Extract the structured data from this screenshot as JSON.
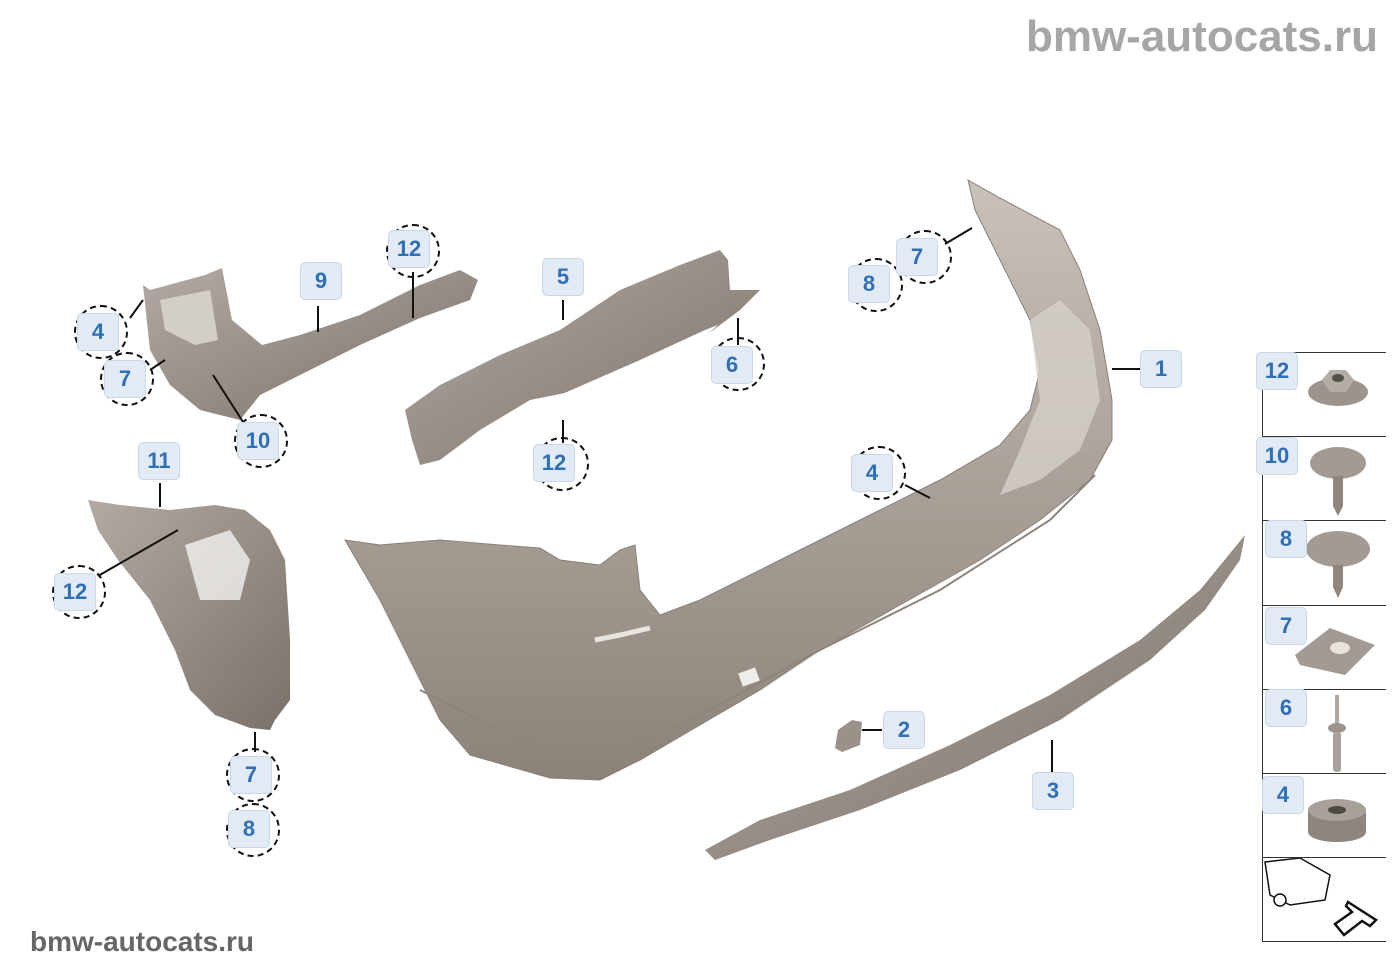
{
  "watermarks": {
    "top": "bmw-autocats.ru",
    "bottom": "bmw-autocats.ru"
  },
  "colors": {
    "part_fill": "#a89f97",
    "part_dark": "#7d746c",
    "part_light": "#cdc6bf",
    "label_bg": "#e2ebf5",
    "label_text": "#2e6fb8",
    "line": "#111111"
  },
  "callouts": [
    {
      "id": "c-1",
      "number": "1",
      "part": "bumper-cover",
      "style": "plain"
    },
    {
      "id": "c-2",
      "number": "2",
      "part": "tow-hook-cover",
      "style": "plain"
    },
    {
      "id": "c-3",
      "number": "3",
      "part": "lower-trim",
      "style": "plain"
    },
    {
      "id": "c-4a",
      "number": "4",
      "part": "bracket-left",
      "style": "ring"
    },
    {
      "id": "c-7a",
      "number": "7",
      "part": "bracket-left",
      "style": "ring"
    },
    {
      "id": "c-9",
      "number": "9",
      "part": "bracket-left",
      "style": "plain"
    },
    {
      "id": "c-12a",
      "number": "12",
      "part": "bracket-left",
      "style": "ring"
    },
    {
      "id": "c-10",
      "number": "10",
      "part": "bracket-left",
      "style": "ring"
    },
    {
      "id": "c-5",
      "number": "5",
      "part": "absorber",
      "style": "plain"
    },
    {
      "id": "c-6",
      "number": "6",
      "part": "absorber",
      "style": "ring"
    },
    {
      "id": "c-12b",
      "number": "12",
      "part": "absorber",
      "style": "ring"
    },
    {
      "id": "c-11",
      "number": "11",
      "part": "side-bracket",
      "style": "plain"
    },
    {
      "id": "c-12c",
      "number": "12",
      "part": "side-bracket",
      "style": "ring"
    },
    {
      "id": "c-7b",
      "number": "7",
      "part": "side-bracket",
      "style": "ring"
    },
    {
      "id": "c-8b",
      "number": "8",
      "part": "side-bracket",
      "style": "ring"
    },
    {
      "id": "c-7c",
      "number": "7",
      "part": "bumper-cover",
      "style": "ring"
    },
    {
      "id": "c-8c",
      "number": "8",
      "part": "bumper-cover",
      "style": "ring"
    },
    {
      "id": "c-4b",
      "number": "4",
      "part": "bumper-cover",
      "style": "ring"
    }
  ],
  "hardware_legend": [
    {
      "number": "12",
      "item": "hex-collar-nut"
    },
    {
      "number": "10",
      "item": "collar-screw"
    },
    {
      "number": "8",
      "item": "collar-screw-large"
    },
    {
      "number": "7",
      "item": "spring-nut"
    },
    {
      "number": "6",
      "item": "expanding-rivet"
    },
    {
      "number": "4",
      "item": "spacer-bushing"
    }
  ],
  "orientation_view": {
    "icon": "car-rear-arrow-icon"
  }
}
